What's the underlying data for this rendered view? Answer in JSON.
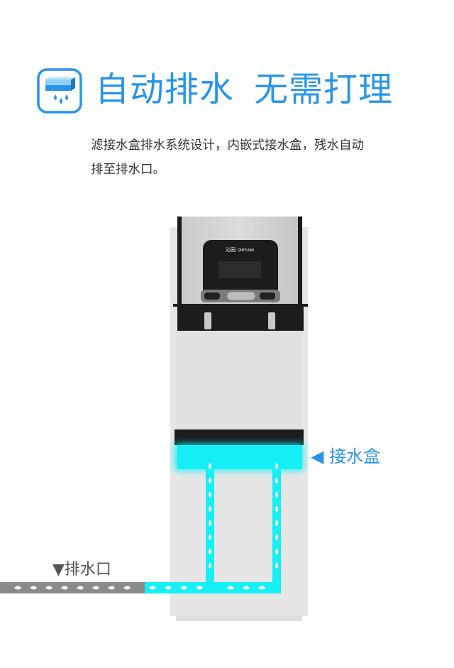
{
  "header": {
    "icon": "water-tray-icon",
    "title_part1": "自动排水",
    "title_part2": "无需打理"
  },
  "description": {
    "line1": "滤接水盒排水系统设计，内嵌式接水盒，残水自动",
    "line2": "排至排水口。"
  },
  "machine": {
    "brand_cn": "沁园",
    "brand_en": "QINYUAN"
  },
  "callouts": {
    "tray_label": "◀ 接水盒",
    "drain_label": "▼排水口"
  },
  "colors": {
    "accent": "#2a95e8",
    "water": "#14f0f5",
    "pipe": "#8a8a8a"
  }
}
